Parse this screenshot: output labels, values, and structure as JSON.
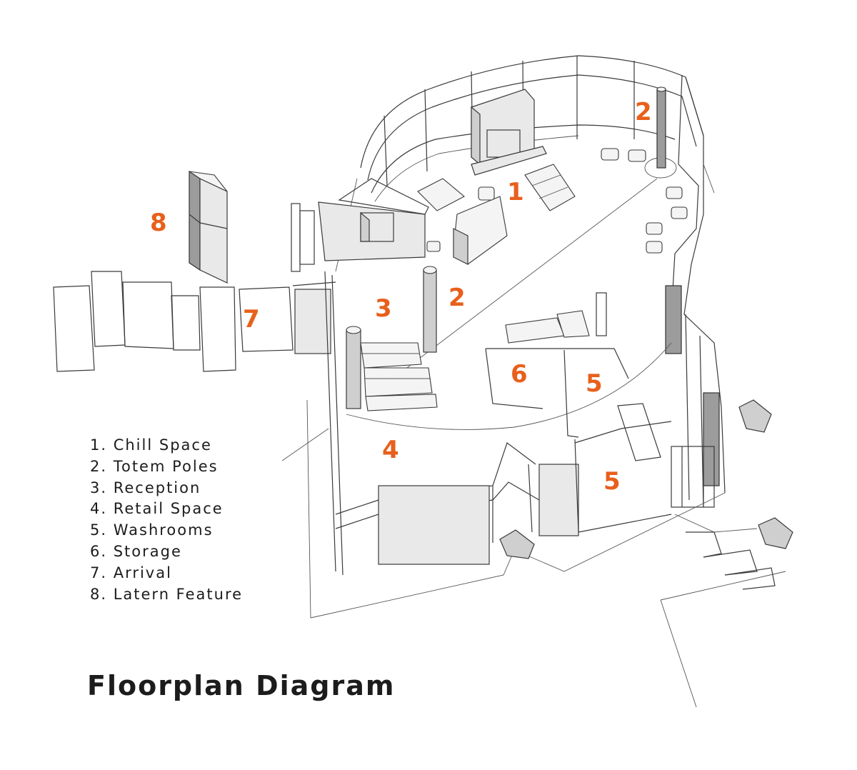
{
  "title": "Floorplan Diagram",
  "legend": [
    "1. Chill Space",
    "2. Totem Poles",
    "3. Reception",
    "4. Retail Space",
    "5. Washrooms",
    "6. Storage",
    "7. Arrival",
    "8. Latern Feature"
  ],
  "zone_labels": {
    "chill_space": "1",
    "totem_pole_right": "2",
    "totem_pole_center": "2",
    "reception": "3",
    "retail_space": "4",
    "washroom_upper": "5",
    "washroom_lower": "5",
    "storage": "6",
    "arrival": "7",
    "lantern_feature": "8"
  },
  "colors": {
    "zone_number": "#e8601c",
    "text": "#1c1c1c",
    "linework": "#3a3a3a"
  }
}
